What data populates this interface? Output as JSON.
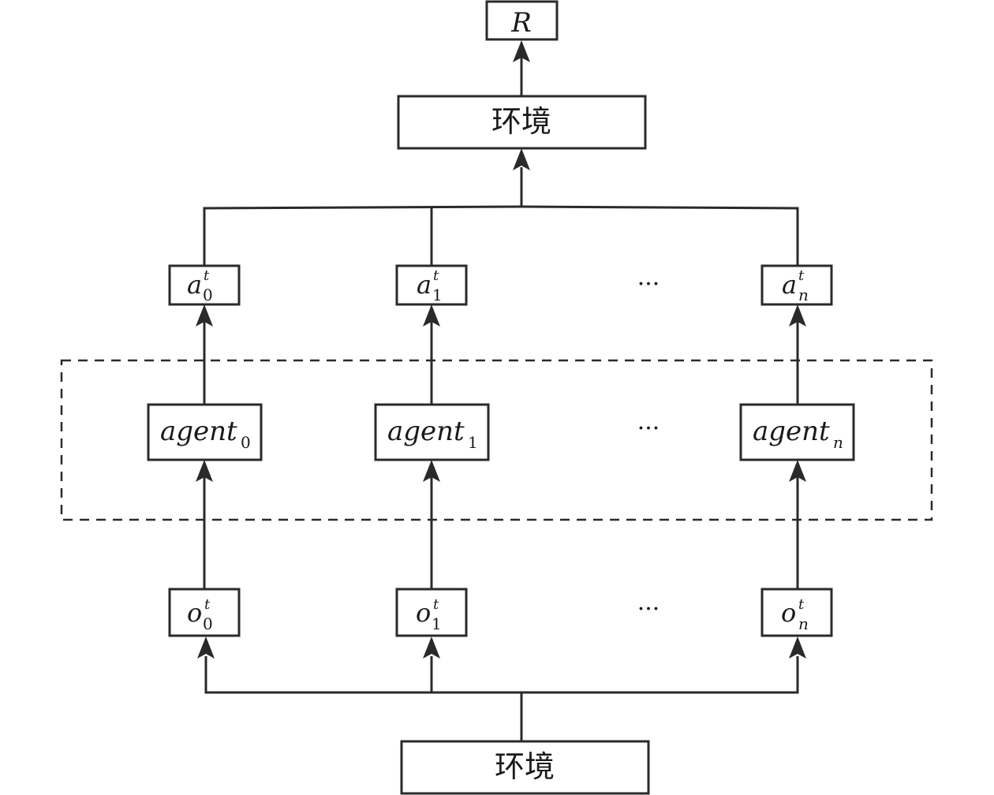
{
  "reward": {
    "label": "R"
  },
  "env_top": {
    "label": "环境"
  },
  "env_bottom": {
    "label": "环境"
  },
  "ellipsis": "···",
  "actions": [
    {
      "base": "a",
      "sup": "t",
      "sub": "0"
    },
    {
      "base": "a",
      "sup": "t",
      "sub": "1"
    },
    {
      "base": "a",
      "sup": "t",
      "sub": "n"
    }
  ],
  "agents": [
    {
      "base": "agent",
      "sub": "0"
    },
    {
      "base": "agent",
      "sub": "1"
    },
    {
      "base": "agent",
      "sub": "n"
    }
  ],
  "observations": [
    {
      "base": "o",
      "sup": "t",
      "sub": "0"
    },
    {
      "base": "o",
      "sup": "t",
      "sub": "1"
    },
    {
      "base": "o",
      "sup": "t",
      "sub": "n"
    }
  ]
}
